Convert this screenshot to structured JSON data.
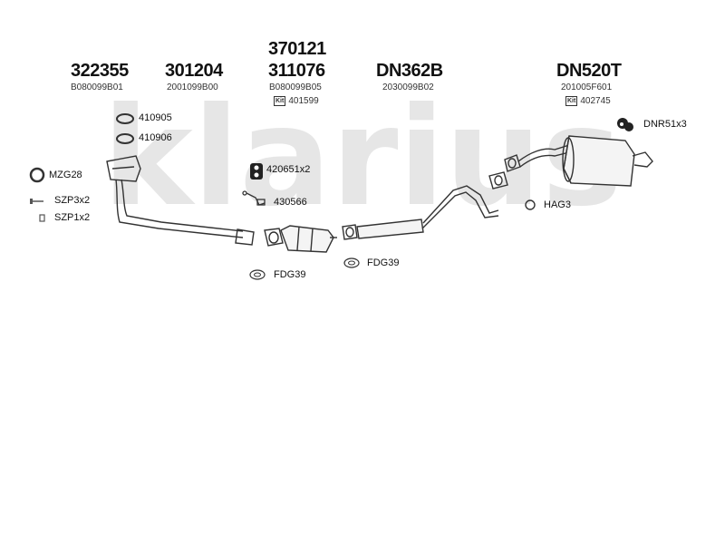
{
  "watermark": "klarius",
  "groups": [
    {
      "part": "322355",
      "code": "B080099B01"
    },
    {
      "part": "301204",
      "code": "2001099B00"
    },
    {
      "part_top": "370121",
      "part": "311076",
      "code": "B080099B05",
      "kit_badge": "Kit",
      "kit": "401599"
    },
    {
      "part": "DN362B",
      "code": "2030099B02"
    },
    {
      "part": "DN520T",
      "code": "201005F601",
      "kit_badge": "Kit",
      "kit": "402745"
    }
  ],
  "labels": {
    "g410905": "410905",
    "g410906": "410906",
    "mzg28": "MZG28",
    "szp3x2": "SZP3x2",
    "szp1x2": "SZP1x2",
    "r420651": "420651x2",
    "b430566": "430566",
    "fdg39a": "FDG39",
    "fdg39b": "FDG39",
    "hag3": "HAG3",
    "dnr51x3": "DNR51x3"
  }
}
